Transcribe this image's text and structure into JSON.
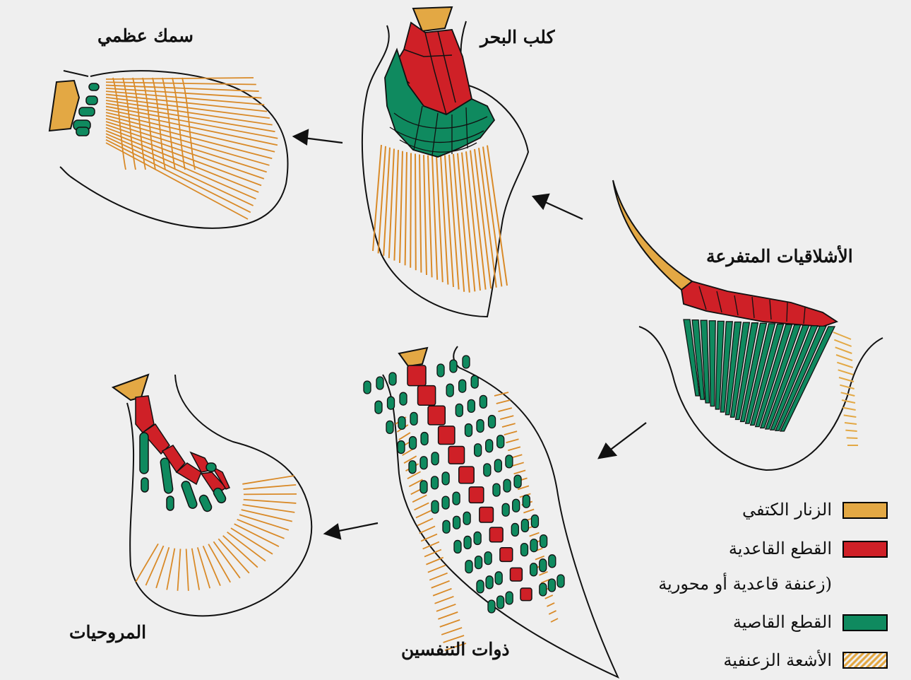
{
  "labels": {
    "bony_fish": "سمك عظمي",
    "dogfish": "كلب البحر",
    "ancestral": "الأشلاقيات المتفرعة",
    "lungfish": "ذوات التنفسين",
    "lobefins": "المروحيات"
  },
  "legend": [
    {
      "text": "الزنار الكتفي",
      "color": "#e3a844"
    },
    {
      "text": "القطع القاعدية",
      "color": "#cf2027"
    },
    {
      "text": "(زعنفة قاعدية أو محورية",
      "color": ""
    },
    {
      "text": "القطع القاصية",
      "color": "#0f8a5f"
    },
    {
      "text": "الأشعة الزعنفية",
      "color": "#e3a844"
    }
  ],
  "colors": {
    "girdle": "#e3a844",
    "basal": "#cf2027",
    "distal": "#0f8a5f",
    "rays": "#d98a28",
    "background": "#efefef"
  }
}
